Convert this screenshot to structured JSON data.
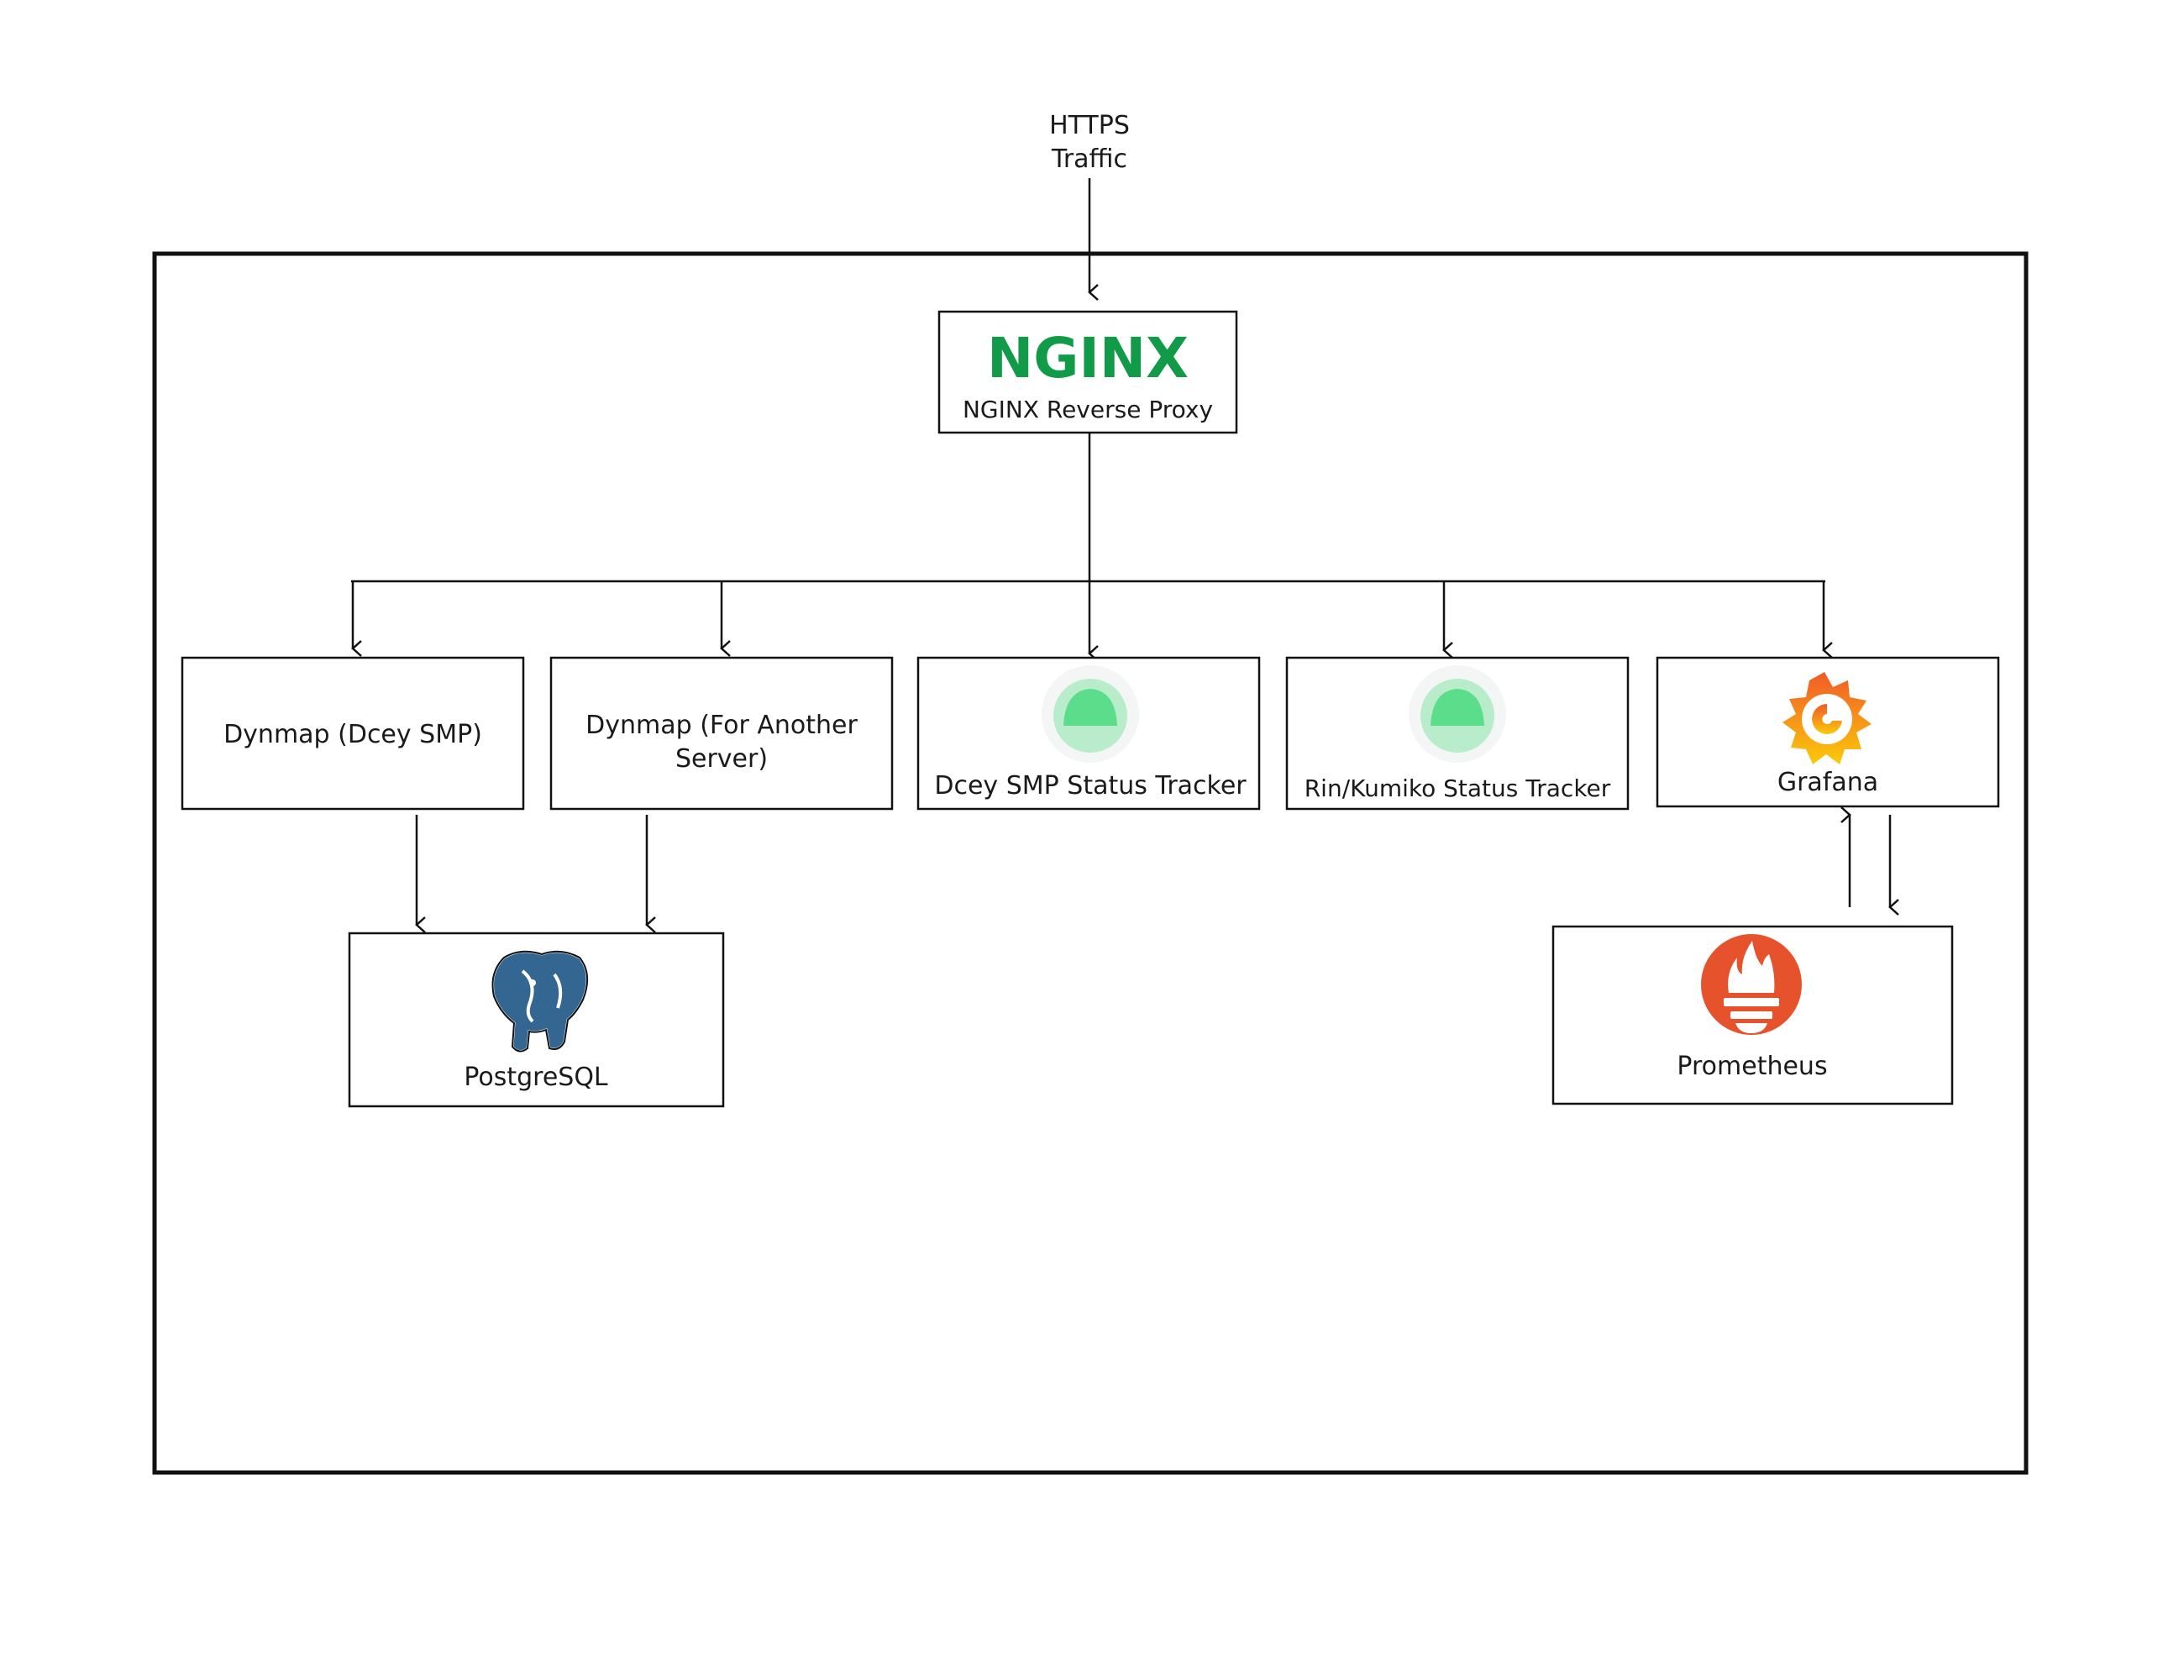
{
  "diagram": {
    "incoming": {
      "line1": "HTTPS",
      "line2": "Traffic"
    },
    "nodes": {
      "nginx": {
        "logo_text": "NGINX",
        "label": "NGINX Reverse Proxy",
        "logo_color": "#119a48",
        "icon": "nginx-logo"
      },
      "dynmap_dcey": {
        "label": "Dynmap (Dcey SMP)"
      },
      "dynmap_other": {
        "label_line1": "Dynmap (For Another",
        "label_line2": "Server)"
      },
      "dcey_status": {
        "label": "Dcey SMP Status Tracker",
        "icon": "uptime-kuma-icon",
        "icon_color": "#5cdd8b"
      },
      "rin_status": {
        "label": "Rin/Kumiko Status Tracker",
        "icon": "uptime-kuma-icon",
        "icon_color": "#5cdd8b"
      },
      "grafana": {
        "label": "Grafana",
        "icon": "grafana-icon",
        "icon_colors": [
          "#f05a28",
          "#fbca0a"
        ]
      },
      "postgresql": {
        "label": "PostgreSQL",
        "icon": "postgresql-elephant-icon",
        "icon_color": "#336791"
      },
      "prometheus": {
        "label": "Prometheus",
        "icon": "prometheus-flame-icon",
        "icon_color": "#e6522c"
      }
    },
    "edges": [
      {
        "from": "incoming",
        "to": "nginx"
      },
      {
        "from": "nginx",
        "to": "dynmap_dcey"
      },
      {
        "from": "nginx",
        "to": "dynmap_other"
      },
      {
        "from": "nginx",
        "to": "dcey_status"
      },
      {
        "from": "nginx",
        "to": "rin_status"
      },
      {
        "from": "nginx",
        "to": "grafana"
      },
      {
        "from": "dynmap_dcey",
        "to": "postgresql"
      },
      {
        "from": "dynmap_other",
        "to": "postgresql"
      },
      {
        "from": "prometheus",
        "to": "grafana"
      },
      {
        "from": "grafana",
        "to": "prometheus"
      }
    ]
  }
}
